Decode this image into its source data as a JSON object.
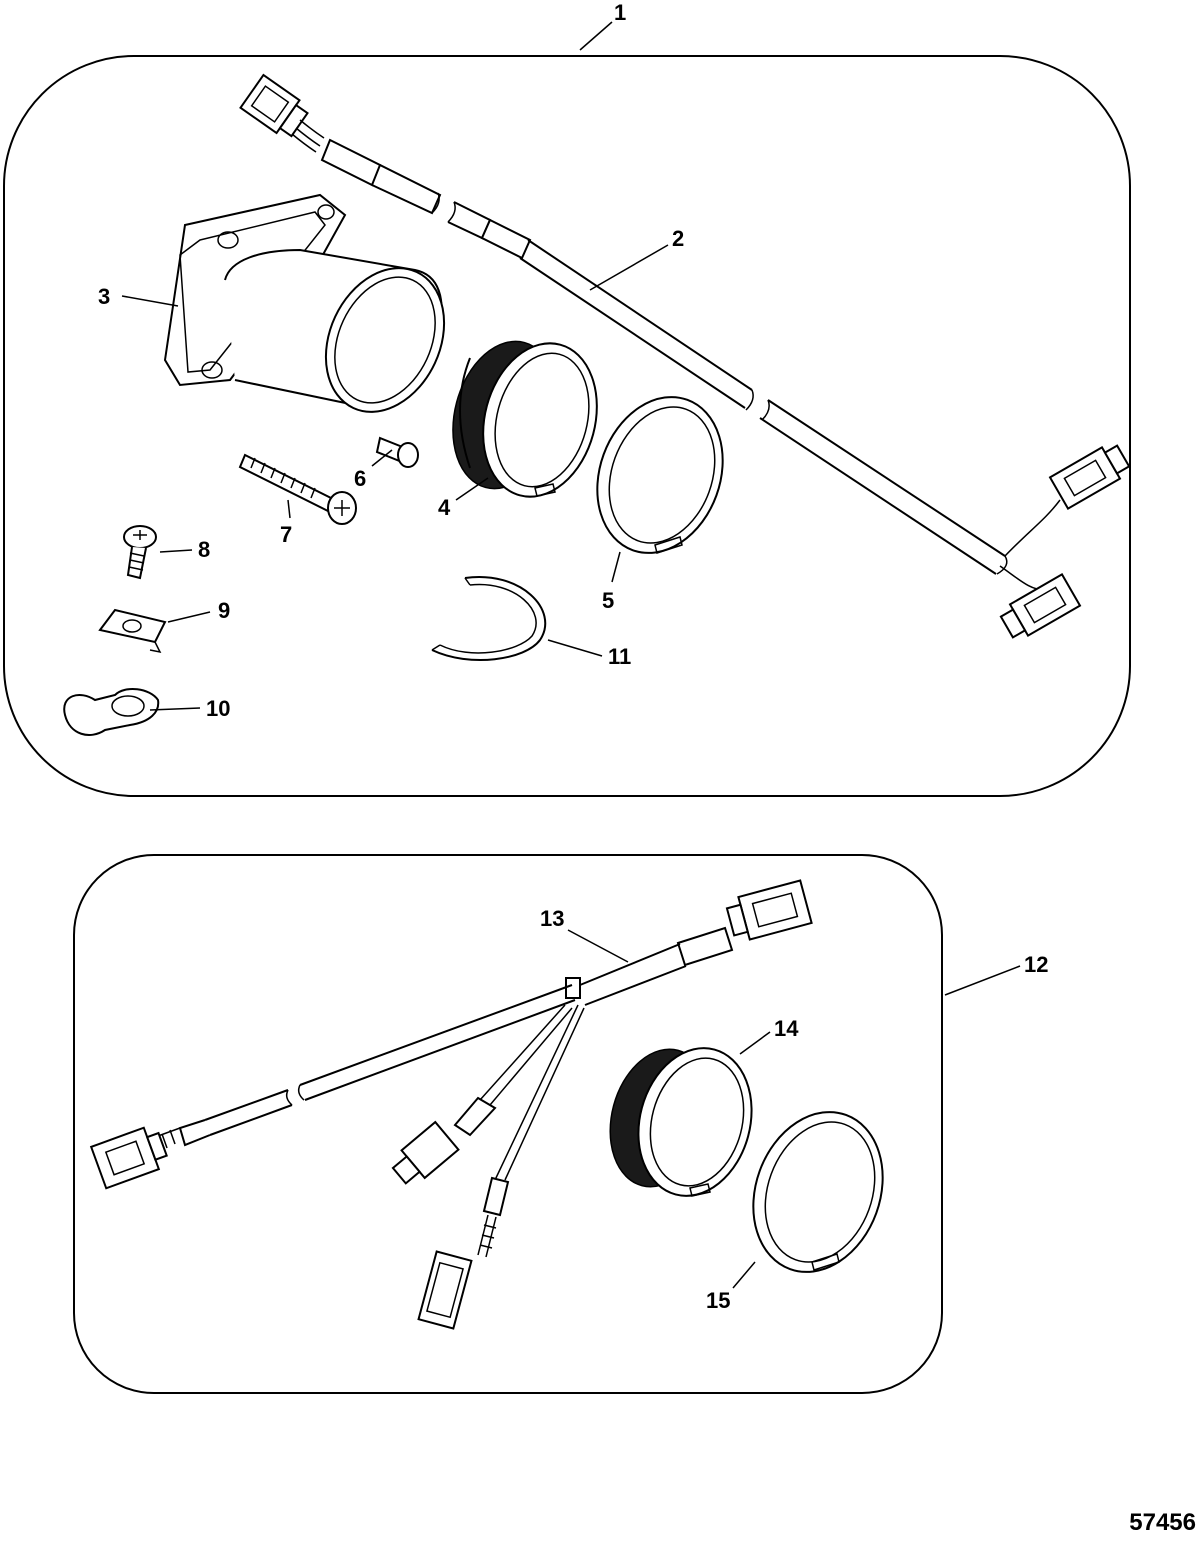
{
  "callouts": {
    "c1": "1",
    "c2": "2",
    "c3": "3",
    "c4": "4",
    "c5": "5",
    "c6": "6",
    "c7": "7",
    "c8": "8",
    "c9": "9",
    "c10": "10",
    "c11": "11",
    "c12": "12",
    "c13": "13",
    "c14": "14",
    "c15": "15"
  },
  "figure_number": "57456"
}
